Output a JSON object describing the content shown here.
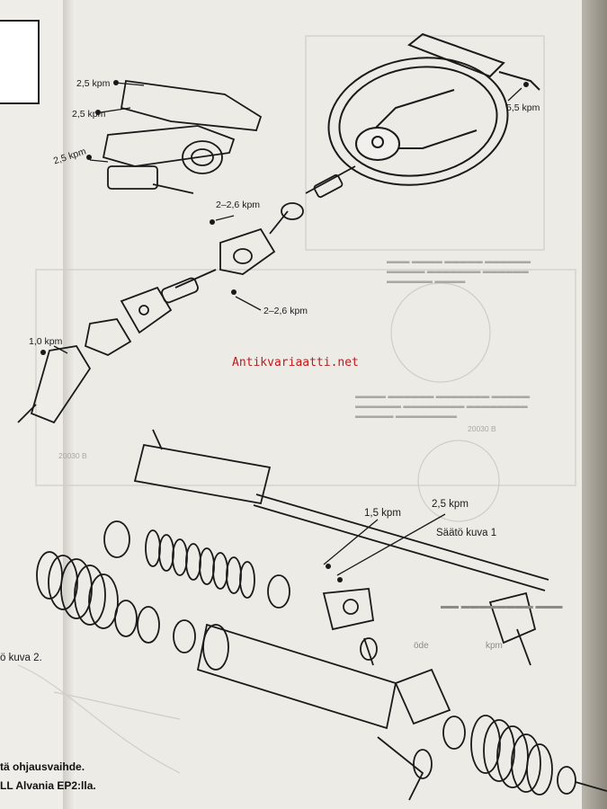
{
  "labels": {
    "top_1": "2,5 kpm",
    "top_2": "2,5 kpm",
    "top_3": "2,5 kpm",
    "wheel_torque": "5,5 kpm",
    "joint_torque_a": "2–2,6 kpm",
    "joint_torque_b": "2–2,6 kpm",
    "flange_torque": "1,0 kpm",
    "rack_torque_a": "1,5 kpm",
    "rack_torque_b": "2,5 kpm",
    "adjust_ref": "Säätö kuva 1",
    "adjust_ref_left": "ö kuva 2."
  },
  "watermark": "Antikvariaatti.net",
  "bottom_text": {
    "line1": "tä ohjausvaihde.",
    "line2": "LL Alvania EP2:lla."
  },
  "background_text": {
    "ghost_1": "20030 B",
    "ghost_2": "20030 B",
    "ghost_3": "öde",
    "ghost_4": "kpm"
  }
}
